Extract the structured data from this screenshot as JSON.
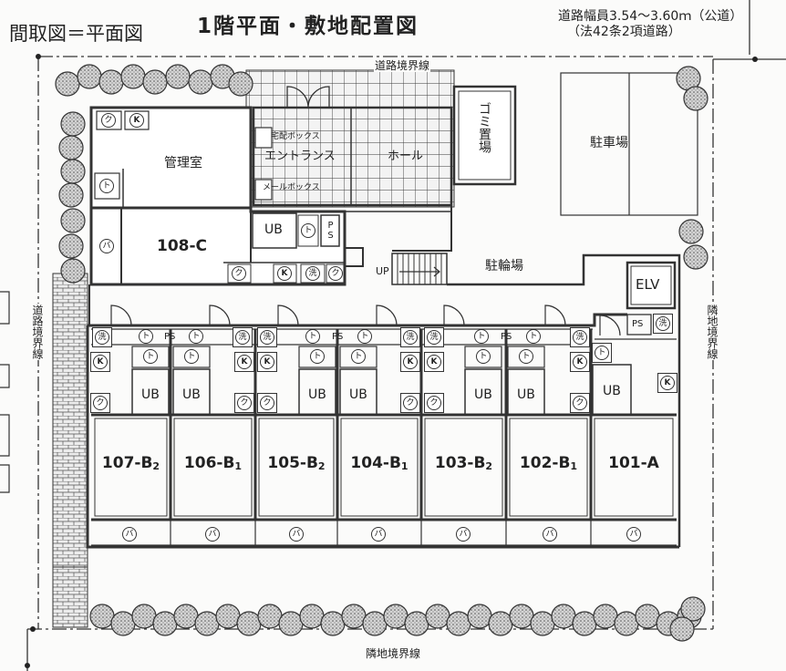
{
  "header": {
    "floorplan_label": "間取図＝平面図",
    "title": "1階平面・敷地配置図",
    "road_width": "道路幅員3.54～3.60ｍ（公道）",
    "road_law": "（法42条2項道路）"
  },
  "boundaries": {
    "top": "道路境界線",
    "left": "道路境界線",
    "right": "隣地境界線",
    "bottom": "隣地境界線"
  },
  "facilities": {
    "garbage": "ゴミ置場",
    "parking": "駐車場",
    "management": "管理室",
    "delivery_box": "宅配ボックス",
    "entrance": "エントランス",
    "hall": "ホール",
    "mailbox": "メールボックス",
    "bicycle": "駐輪場",
    "elevator": "ELV",
    "stairs_up": "UP"
  },
  "unit_108": "108-C",
  "units": [
    {
      "base": "107-B",
      "sub": "2"
    },
    {
      "base": "106-B",
      "sub": "1"
    },
    {
      "base": "105-B",
      "sub": "2"
    },
    {
      "base": "104-B",
      "sub": "1"
    },
    {
      "base": "103-B",
      "sub": "2"
    },
    {
      "base": "102-B",
      "sub": "1"
    },
    {
      "base": "101-A"
    }
  ],
  "fixtures": {
    "bath": "UB",
    "pipe_space": "PS",
    "kitchen": "K",
    "toilet": "ト",
    "washer": "洗",
    "closet": "ク",
    "balcony": "バ"
  }
}
